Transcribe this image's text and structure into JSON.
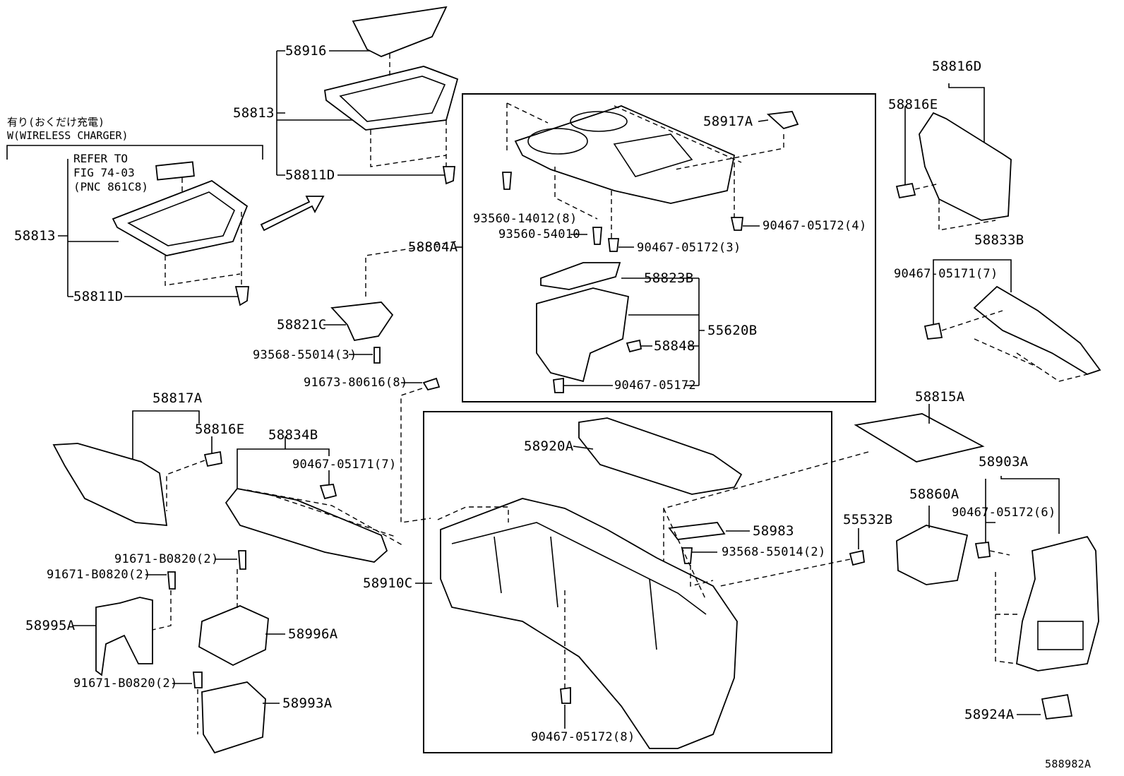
{
  "diagram_id": "588982A",
  "wireless_note": {
    "jp": "有り(おくだけ充電)",
    "en": "W(WIRELESS CHARGER)"
  },
  "refer": {
    "line1": "REFER TO",
    "line2": "FIG 74-03",
    "line3": "(PNC 861C8)"
  },
  "labels": {
    "p58916": "58916",
    "p58813_top": "58813",
    "p58811D_top": "58811D",
    "p58813_left": "58813",
    "p58811D_left": "58811D",
    "p58917A": "58917A",
    "p93560_14012": "93560-14012(8)",
    "p93560_54010": "93560-54010",
    "p90467_05172_4": "90467-05172(4)",
    "p90467_05172_3": "90467-05172(3)",
    "p58804A": "58804A",
    "p58823B": "58823B",
    "p55620B": "55620B",
    "p58848": "58848",
    "p90467_05172": "90467-05172",
    "p58821C": "58821C",
    "p93568_55014_3": "93568-55014(3)",
    "p91673_80616_8": "91673-80616(8)",
    "p58816D": "58816D",
    "p58816E_right": "58816E",
    "p58833B": "58833B",
    "p90467_05171_7_right": "90467-05171(7)",
    "p58815A": "58815A",
    "p58903A": "58903A",
    "p58860A": "58860A",
    "p90467_05172_6": "90467-05172(6)",
    "p55532B": "55532B",
    "p58924A": "58924A",
    "p58817A": "58817A",
    "p58816E_left": "58816E",
    "p58834B": "58834B",
    "p90467_05171_7_left": "90467-05171(7)",
    "p58920A": "58920A",
    "p58983": "58983",
    "p93568_55014_2": "93568-55014(2)",
    "p58910C": "58910C",
    "p90467_05172_8": "90467-05172(8)",
    "p91671_B0820_a": "91671-B0820(2)",
    "p91671_B0820_b": "91671-B0820(2)",
    "p91671_B0820_c": "91671-B0820(2)",
    "p58995A": "58995A",
    "p58996A": "58996A",
    "p58993A": "58993A"
  }
}
